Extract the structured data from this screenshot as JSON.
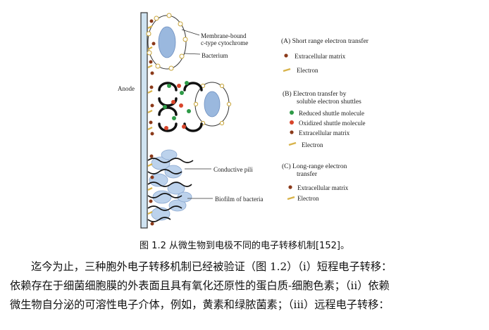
{
  "figure": {
    "anode_label": "Anode",
    "membrane_label_line1": "Membrane-bound",
    "membrane_label_line2": "c-type cytochrome",
    "bacterium_label": "Bacterium",
    "pili_label": "Conductive pili",
    "biofilm_label": "Biofilm of bacteria",
    "legend": {
      "a_title": "(A) Short range electron transfer",
      "a_items": [
        "Extracellular matrix",
        "Electron"
      ],
      "b_title_line1": "(B) Electron transfer by",
      "b_title_line2": "soluble electron shuttles",
      "b_items": [
        "Reduced shuttle molecule",
        "Oxidized shuttle molecule",
        "Extracellular matrix",
        "Electron"
      ],
      "c_title_line1": "(C) Long-range electron",
      "c_title_line2": "transfer",
      "c_items": [
        "Extracellular matrix",
        "Electron"
      ]
    },
    "colors": {
      "anode": "#cfe3f1",
      "cell_body": "#9ab8de",
      "extracellular_matrix": "#8b3a1a",
      "reduced_shuttle": "#2e9a47",
      "oxidized_shuttle": "#d9452b",
      "electron": "#d8b34a"
    }
  },
  "caption": "图 1.2 从微生物到电极不同的电子转移机制[152]。",
  "paragraph": [
    "迄今为止，三种胞外电子转移机制已经被验证（图 1.2）（ⅰ）短程电子转移：",
    "依赖存在于细菌细胞膜的外表面且具有氧化还原性的蛋白质-细胞色素；（ii）依赖",
    "微生物自分泌的可溶性电子介体，例如，黄素和绿脓菌素；（iii）远程电子转移："
  ]
}
